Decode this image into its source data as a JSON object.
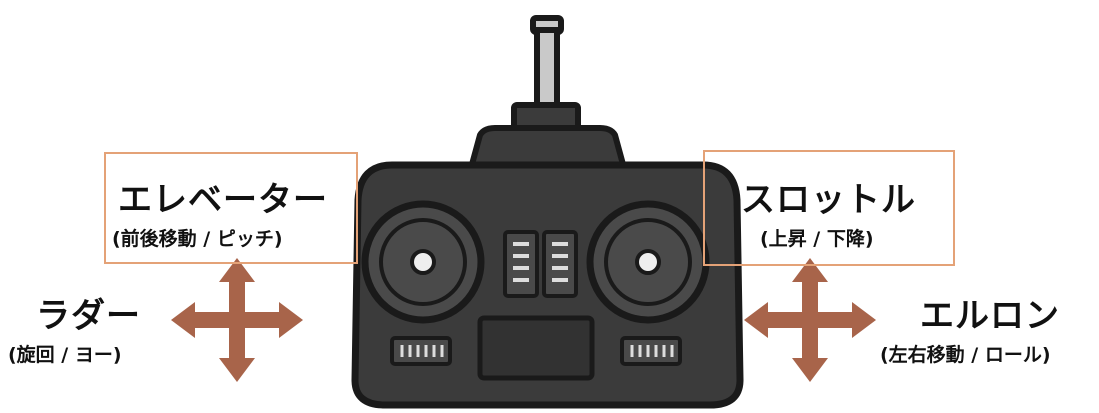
{
  "labels": {
    "elevator": {
      "main": "エレベーター",
      "sub": "(前後移動 / ピッチ)"
    },
    "throttle": {
      "main": "スロットル",
      "sub": "(上昇 / 下降)"
    },
    "rudder": {
      "main": "ラダー",
      "sub": "(旋回 / ヨー)"
    },
    "aileron": {
      "main": "エルロン",
      "sub": "(左右移動 / ロール)"
    }
  },
  "colors": {
    "box_border": "#e4a277",
    "arrow": "#a8644a",
    "controller_body": "#3b3b3b",
    "outline": "#1a1a1a"
  }
}
